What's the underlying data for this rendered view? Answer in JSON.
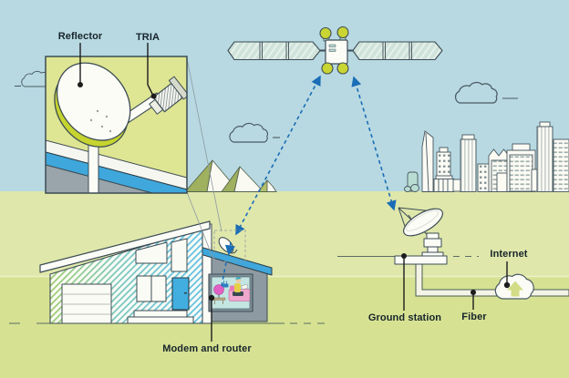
{
  "diagram_type": "satellite-internet-architecture",
  "callouts": {
    "reflector": {
      "label": "Reflector"
    },
    "tria": {
      "label": "TRIA"
    },
    "ground_station": {
      "label": "Ground station"
    },
    "fiber": {
      "label": "Fiber"
    },
    "internet": {
      "label": "Internet"
    },
    "modem_router": {
      "label": "Modem and router"
    }
  },
  "scene_objects": [
    "satellite-icon",
    "reflector-tria-inset-dish",
    "house-with-rooftop-dish",
    "person-with-laptop-window-scene",
    "mountains",
    "city-skyline",
    "ground-station-dish",
    "fiber-line",
    "internet-cloud-icon",
    "clouds"
  ],
  "links": [
    {
      "from": "home-dish",
      "to": "satellite",
      "style": "blue-dashed-bidirectional"
    },
    {
      "from": "satellite",
      "to": "ground-station",
      "style": "blue-dashed-bidirectional"
    },
    {
      "from": "home-dish",
      "to": "modem-and-router",
      "style": "blue-dashed"
    },
    {
      "from": "ground-station",
      "to": "internet",
      "style": "double-fiber-line"
    }
  ],
  "colors": {
    "sky": "#b8d9e2",
    "ground": "#dfe7ab",
    "foreground": "#d6e292",
    "inset_background": "#dee593",
    "roof_trim_blue": "#3fa7dc",
    "dashed_link_blue": "#1a6db6",
    "satellite_lime": "#c9d532",
    "outline_ink": "#3c4c54",
    "label_ink": "#17242b",
    "annex_gray": "#8e9aa2"
  }
}
